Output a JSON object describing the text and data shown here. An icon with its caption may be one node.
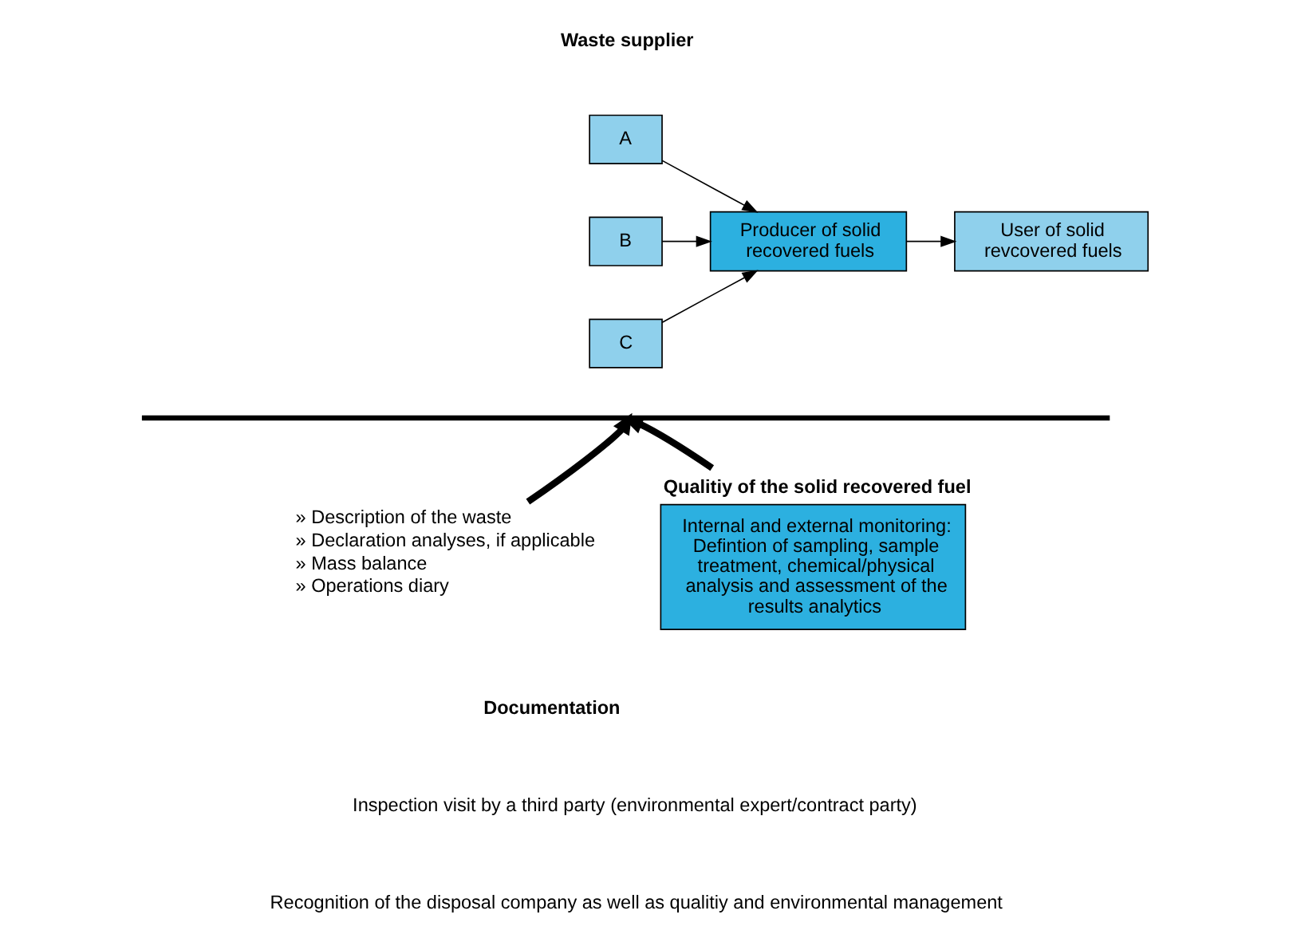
{
  "diagram": {
    "nodes": [
      {
        "text": [
          "A"
        ]
      },
      {
        "text": [
          "B"
        ]
      },
      {
        "text": [
          "C"
        ]
      },
      {
        "text": [
          "Producer of solid recovered fuels"
        ]
      },
      {
        "text": [
          "User of solid revcovered fuels"
        ]
      },
      {
        "text": [],
        "shape": "bar"
      },
      {
        "text": [
          "» Description of the waste",
          "» Declaration analyses, if applicable",
          "» Mass balance",
          "» Operations diary"
        ]
      },
      {
        "text": [
          "Qualitiy of the solid recovered fuel",
          "Internal and external monitoring: Defintion of sampling, sample treatment, chemical/physical analysis and assessment of the results analytics"
        ]
      }
    ],
    "edges": [
      {
        "from": 0,
        "to": 3,
        "arrow": "to"
      },
      {
        "from": 1,
        "to": 3,
        "arrow": "to"
      },
      {
        "from": 2,
        "to": 3,
        "arrow": "to"
      },
      {
        "from": 3,
        "to": 4,
        "arrow": "to"
      },
      {
        "from": 6,
        "to": 5,
        "arrow": "to",
        "style": "thick"
      },
      {
        "from": 7,
        "to": 5,
        "arrow": "to",
        "style": "thick"
      }
    ],
    "labels": [
      "Waste supplier",
      "Documentation",
      "Inspection visit by a third party (environmental expert/contract party)",
      "Recognition of the disposal company as well as qualitiy and environmental management"
    ]
  }
}
